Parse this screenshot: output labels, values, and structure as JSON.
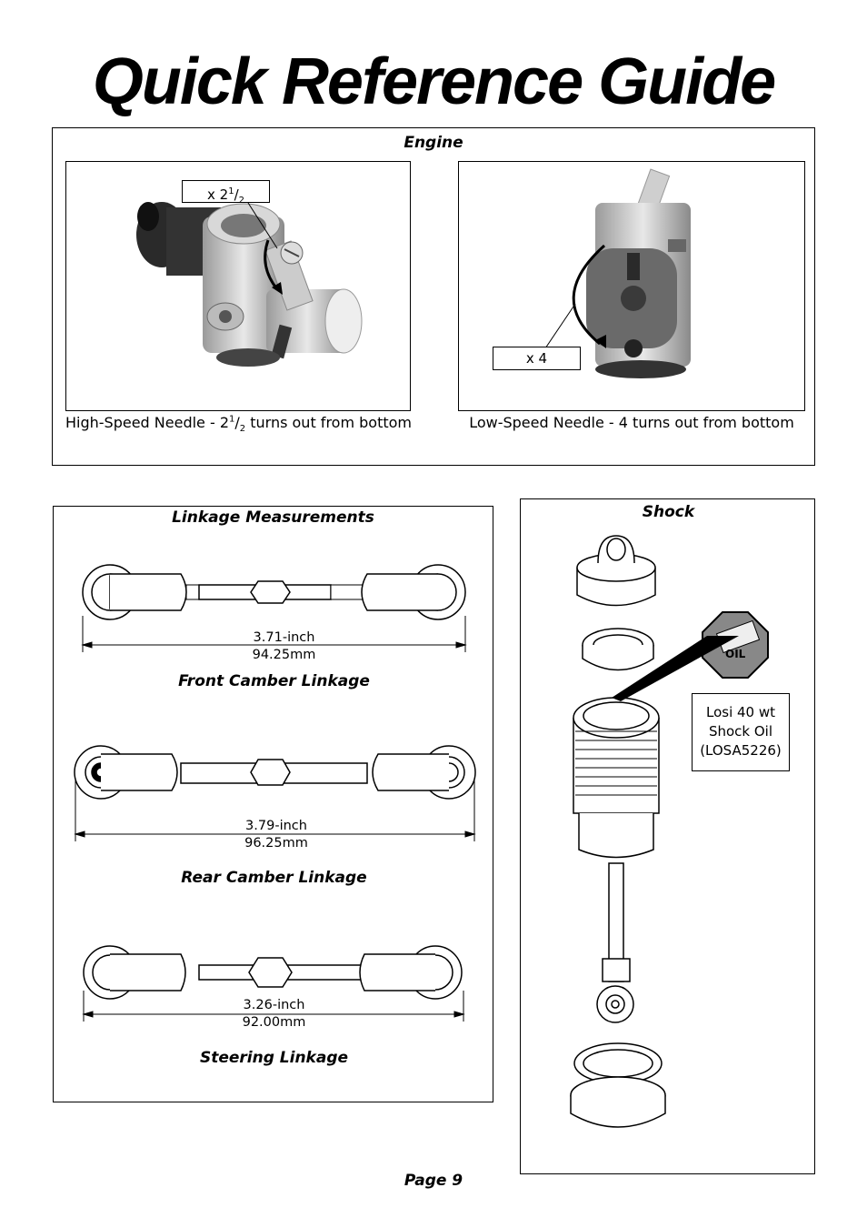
{
  "title": "Quick Reference Guide",
  "engine": {
    "title": "Engine",
    "high_label_main": "x 2",
    "high_label_sup": "1",
    "high_label_sub": "2",
    "high_caption_pre": "High-Speed Needle - 2",
    "high_caption_sup": "1",
    "high_caption_sub": "2",
    "high_caption_post": " turns out from bottom",
    "low_label": "x 4",
    "low_caption": "Low-Speed Needle - 4 turns out from bottom"
  },
  "linkage": {
    "title": "Linkage Measurements",
    "items": [
      {
        "inch": "3.71-inch",
        "mm": "94.25mm",
        "name": "Front Camber Linkage"
      },
      {
        "inch": "3.79-inch",
        "mm": "96.25mm",
        "name": "Rear Camber Linkage"
      },
      {
        "inch": "3.26-inch",
        "mm": "92.00mm",
        "name": "Steering Linkage"
      }
    ]
  },
  "shock": {
    "title": "Shock",
    "oil_icon_text": "OIL",
    "oil_line1": "Losi 40 wt",
    "oil_line2": "Shock Oil",
    "oil_line3": "(LOSA5226)"
  },
  "footer": {
    "page": "Page 9"
  }
}
